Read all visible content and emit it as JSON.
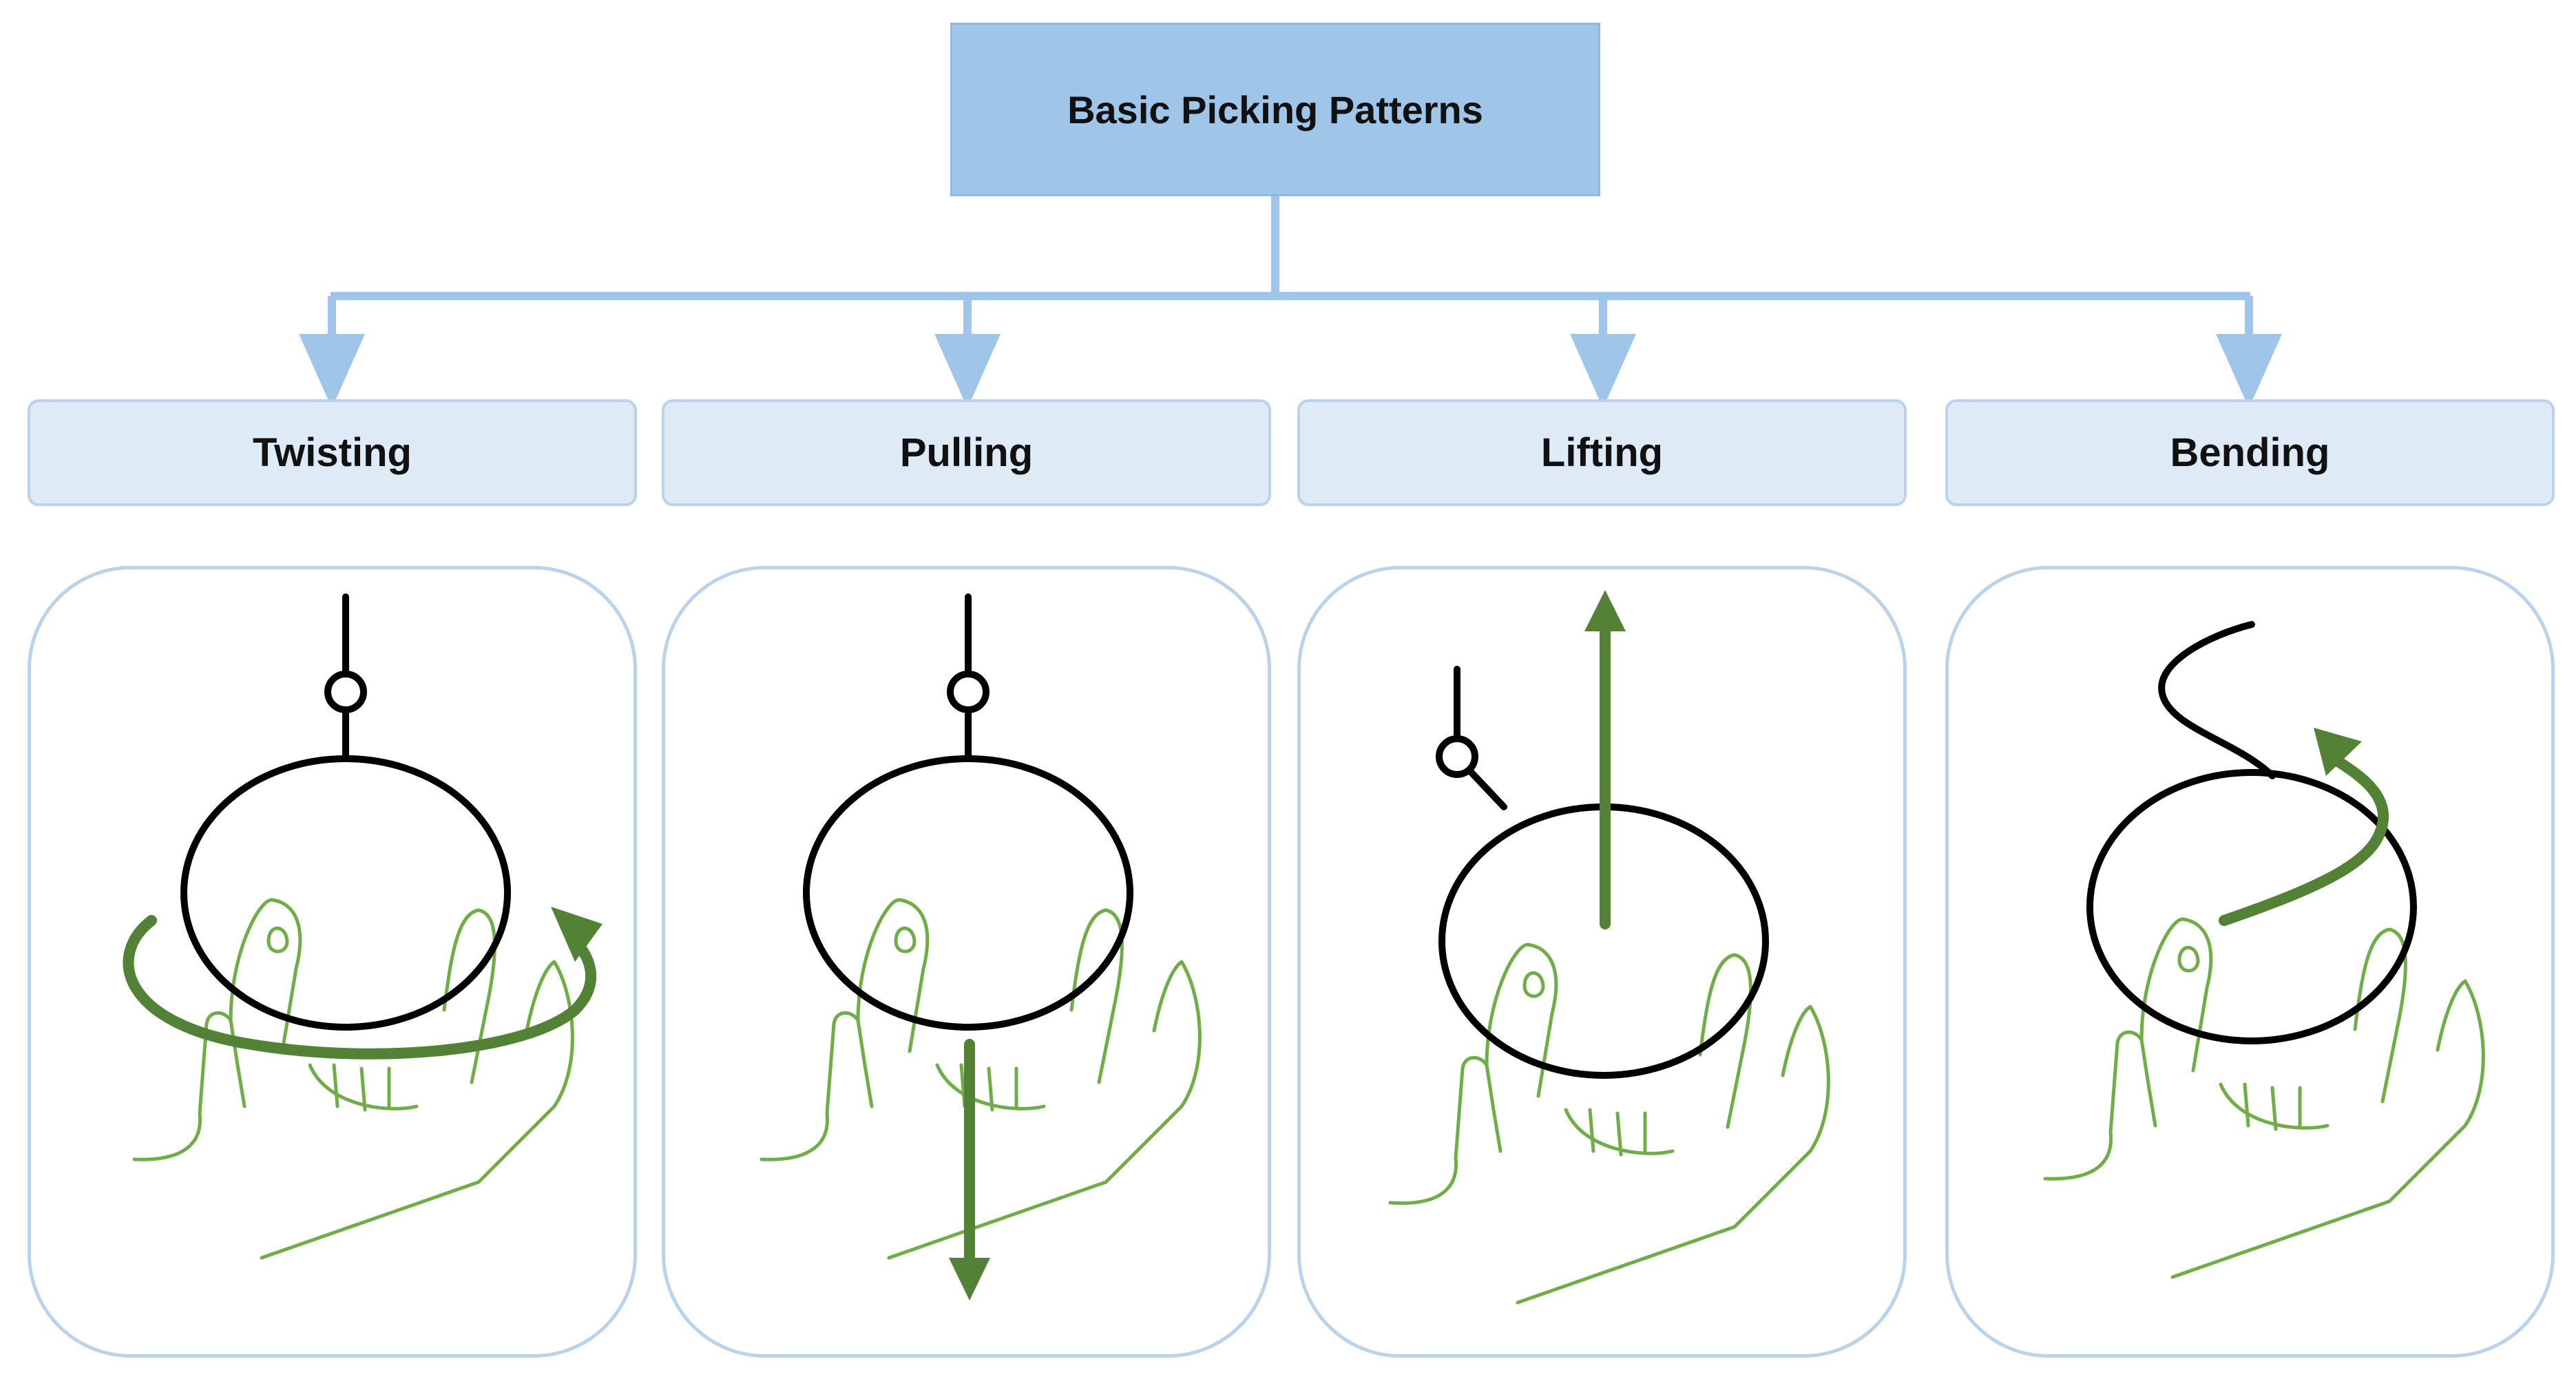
{
  "title": "Basic Picking Patterns",
  "categories": [
    {
      "label": "Twisting",
      "illustration": "twisting-illustration"
    },
    {
      "label": "Pulling",
      "illustration": "pulling-illustration"
    },
    {
      "label": "Lifting",
      "illustration": "lifting-illustration"
    },
    {
      "label": "Bending",
      "illustration": "bending-illustration"
    }
  ],
  "colors": {
    "root_fill": "#9fc5e8",
    "category_fill": "#deebf7",
    "connector": "#9fc5e8",
    "panel_border": "#b9d3ec",
    "motion_arrow": "#538135",
    "hand_outline": "#70ad47",
    "fruit_outline": "#000000"
  }
}
